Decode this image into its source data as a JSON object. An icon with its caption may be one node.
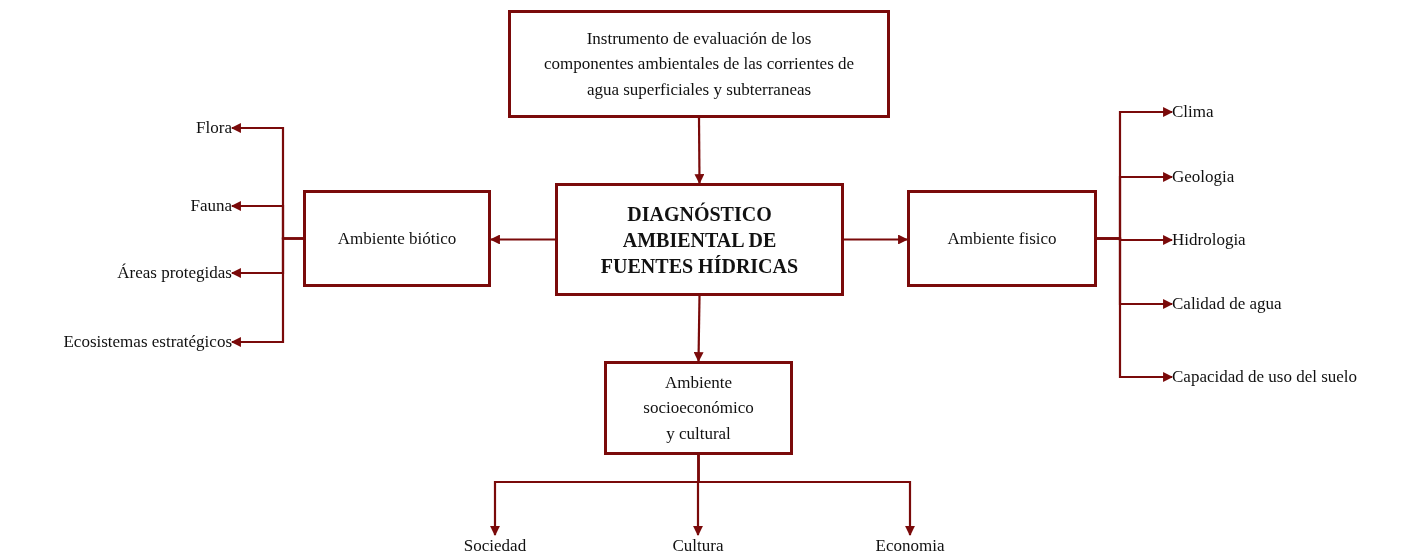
{
  "diagram": {
    "nodes": [
      {
        "text": [
          "Instrumento de evaluación de los componentes ambientales de las corrientes de agua superficiales y subterraneas"
        ]
      },
      {
        "text": [
          "DIAGNÓSTICO AMBIENTAL DE FUENTES HÍDRICAS"
        ]
      },
      {
        "text": [
          "Ambiente biótico"
        ]
      },
      {
        "text": [
          "Ambiente fisico"
        ]
      },
      {
        "text": [
          "Ambiente socioeconómico y cultural"
        ]
      },
      {
        "text": [
          "Flora"
        ]
      },
      {
        "text": [
          "Fauna"
        ]
      },
      {
        "text": [
          "Áreas protegidas"
        ]
      },
      {
        "text": [
          "Ecosistemas estratégicos"
        ]
      },
      {
        "text": [
          "Clima"
        ]
      },
      {
        "text": [
          "Geologia"
        ]
      },
      {
        "text": [
          "Hidrologia"
        ]
      },
      {
        "text": [
          "Calidad de agua"
        ]
      },
      {
        "text": [
          "Capacidad de uso del suelo"
        ]
      },
      {
        "text": [
          "Sociedad"
        ]
      },
      {
        "text": [
          "Cultura"
        ]
      },
      {
        "text": [
          "Economia"
        ]
      }
    ],
    "edges": [
      {
        "from": 0,
        "to": 1,
        "arrow": "to"
      },
      {
        "from": 1,
        "to": 2,
        "arrow": "to"
      },
      {
        "from": 1,
        "to": 3,
        "arrow": "to"
      },
      {
        "from": 1,
        "to": 4,
        "arrow": "to"
      },
      {
        "from": 2,
        "to": 5,
        "arrow": "to"
      },
      {
        "from": 2,
        "to": 6,
        "arrow": "to"
      },
      {
        "from": 2,
        "to": 7,
        "arrow": "to"
      },
      {
        "from": 2,
        "to": 8,
        "arrow": "to"
      },
      {
        "from": 3,
        "to": 9,
        "arrow": "to"
      },
      {
        "from": 3,
        "to": 10,
        "arrow": "to"
      },
      {
        "from": 3,
        "to": 11,
        "arrow": "to"
      },
      {
        "from": 3,
        "to": 12,
        "arrow": "to"
      },
      {
        "from": 3,
        "to": 13,
        "arrow": "to"
      },
      {
        "from": 4,
        "to": 14,
        "arrow": "to"
      },
      {
        "from": 4,
        "to": 15,
        "arrow": "to"
      },
      {
        "from": 4,
        "to": 16,
        "arrow": "to"
      }
    ]
  }
}
